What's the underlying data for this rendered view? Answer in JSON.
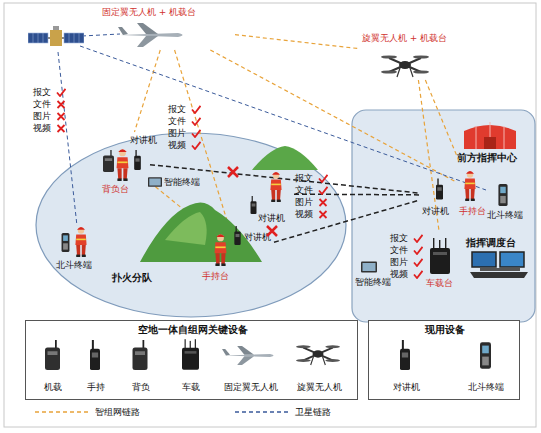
{
  "diagram": {
    "nodes": [
      {
        "text": [
          "固定翼无人机 + 机载台"
        ]
      },
      {
        "text": [
          "旋翼无人机 + 机载台"
        ]
      },
      {
        "text": [
          "扑火分队"
        ]
      },
      {
        "text": [
          "对讲机",
          "背负台"
        ],
        "in": 2
      },
      {
        "text": [
          "智能终端"
        ],
        "in": 2
      },
      {
        "text": [
          "北斗终端"
        ],
        "in": 2
      },
      {
        "text": [
          "对讲机"
        ],
        "in": 2
      },
      {
        "text": [
          "对讲机",
          "手持台"
        ],
        "in": 2
      },
      {
        "text": [
          "前方指挥中心"
        ]
      },
      {
        "text": [
          "对讲机"
        ]
      },
      {
        "text": [
          "手持台"
        ]
      },
      {
        "text": [
          "北斗终端"
        ]
      },
      {
        "text": [
          "指挥调度台"
        ]
      },
      {
        "text": [
          "车载台"
        ]
      },
      {
        "text": [
          "智能终端"
        ]
      },
      {
        "text": [
          "空地一体自组网关键设备"
        ]
      },
      {
        "text": [
          "机载"
        ],
        "in": 15
      },
      {
        "text": [
          "手持"
        ],
        "in": 15
      },
      {
        "text": [
          "背负"
        ],
        "in": 15
      },
      {
        "text": [
          "车载"
        ],
        "in": 15
      },
      {
        "text": [
          "固定翼无人机"
        ],
        "in": 15
      },
      {
        "text": [
          "旋翼无人机"
        ],
        "in": 15
      },
      {
        "text": [
          "现用设备"
        ]
      },
      {
        "text": [
          "对讲机"
        ],
        "in": 22
      },
      {
        "text": [
          "北斗终端"
        ],
        "in": 22
      }
    ],
    "edges": [
      {
        "from": 0,
        "to": 1,
        "arrow": "none"
      },
      {
        "from": 0,
        "to": 3,
        "arrow": "none"
      },
      {
        "from": 0,
        "to": 7,
        "arrow": "none"
      },
      {
        "from": 0,
        "to": 10,
        "arrow": "none"
      },
      {
        "from": 1,
        "to": 10,
        "arrow": "none"
      },
      {
        "from": 1,
        "to": 13,
        "arrow": "none"
      },
      {
        "from": 3,
        "to": 7,
        "arrow": "none"
      },
      {
        "from": 3,
        "to": 9,
        "arrow": "none"
      },
      {
        "from": 6,
        "to": 9,
        "arrow": "none"
      },
      {
        "from": 7,
        "to": 9,
        "arrow": "none"
      }
    ],
    "labels": [
      "报文",
      "文件",
      "图片",
      "视频",
      "报文",
      "文件",
      "图片",
      "视频",
      "报文",
      "文件",
      "图片",
      "视频",
      "报文",
      "文件",
      "图片",
      "视频"
    ],
    "legend": [
      {
        "text": "智组网链路"
      },
      {
        "text": "卫星链路"
      }
    ]
  }
}
